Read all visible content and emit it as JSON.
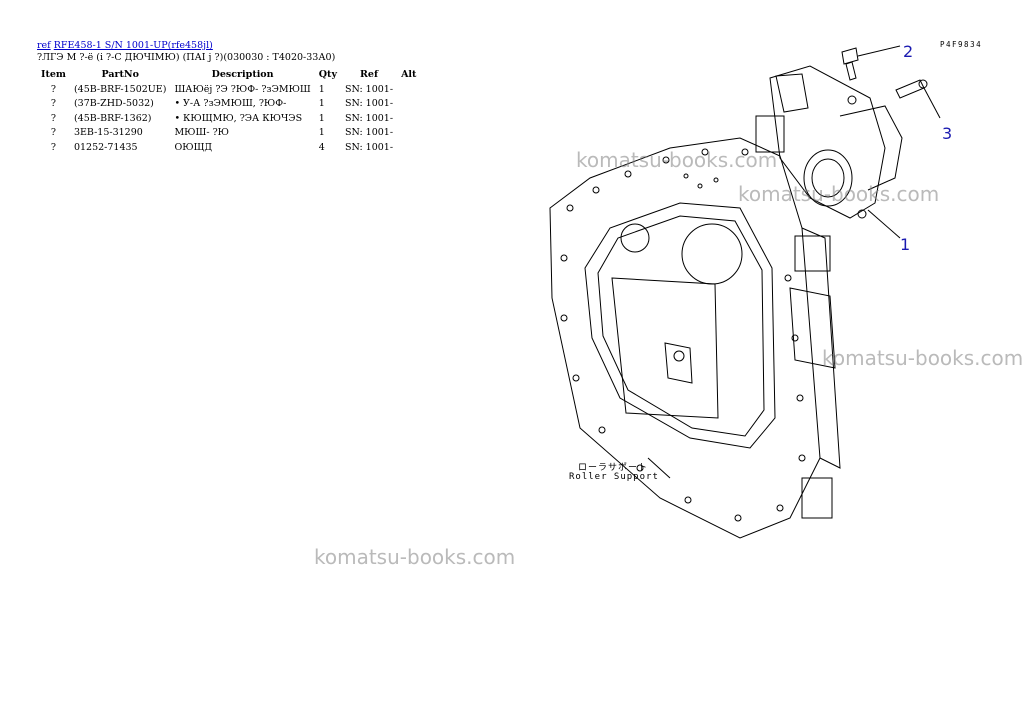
{
  "header": {
    "ref_link": "ref",
    "model_link": "RFE458-1 S/N 1001-UP(rfe458jl)"
  },
  "subtitle": "?ЛГЭ М ?-ё (і ?-С ДЮЧІМЮ) (ПАІ ј ?)(030030 : Т4020-33А0)",
  "table": {
    "columns": [
      "Item",
      "PartNo",
      "Description",
      "Qty",
      "Ref",
      "Alt"
    ],
    "rows": [
      {
        "item": "?",
        "partno": "(45B-BRF-1502UE)",
        "description": "ШАЮёј ?Э ?ЮФ- ?зЭМЮШ",
        "qty": "1",
        "ref": "SN: 1001-",
        "alt": ""
      },
      {
        "item": "?",
        "partno": "(37B-ZHD-5032)",
        "description": "• У-А ?зЭМЮШ, ?ЮФ-",
        "qty": "1",
        "ref": "SN: 1001-",
        "alt": ""
      },
      {
        "item": "?",
        "partno": "(45B-BRF-1362)",
        "description": "• КЮЩМЮ, ?ЭА КЮЧЭЅ",
        "qty": "1",
        "ref": "SN: 1001-",
        "alt": ""
      },
      {
        "item": "?",
        "partno": "3EB-15-31290",
        "description": "МЮШ- ?Ю",
        "qty": "1",
        "ref": "SN: 1001-",
        "alt": ""
      },
      {
        "item": "?",
        "partno": "01252-71435",
        "description": "ОЮЩД",
        "qty": "4",
        "ref": "SN: 1001-",
        "alt": ""
      }
    ]
  },
  "diagram": {
    "code": "P4F9834",
    "callouts": [
      "1",
      "2",
      "3"
    ],
    "label_jp": "ローラサポート",
    "label_en": "Roller Support"
  },
  "watermark": "komatsu-books.com",
  "colors": {
    "link": "#0000cc",
    "callout": "#1a1ab0",
    "watermark": "#828282"
  }
}
